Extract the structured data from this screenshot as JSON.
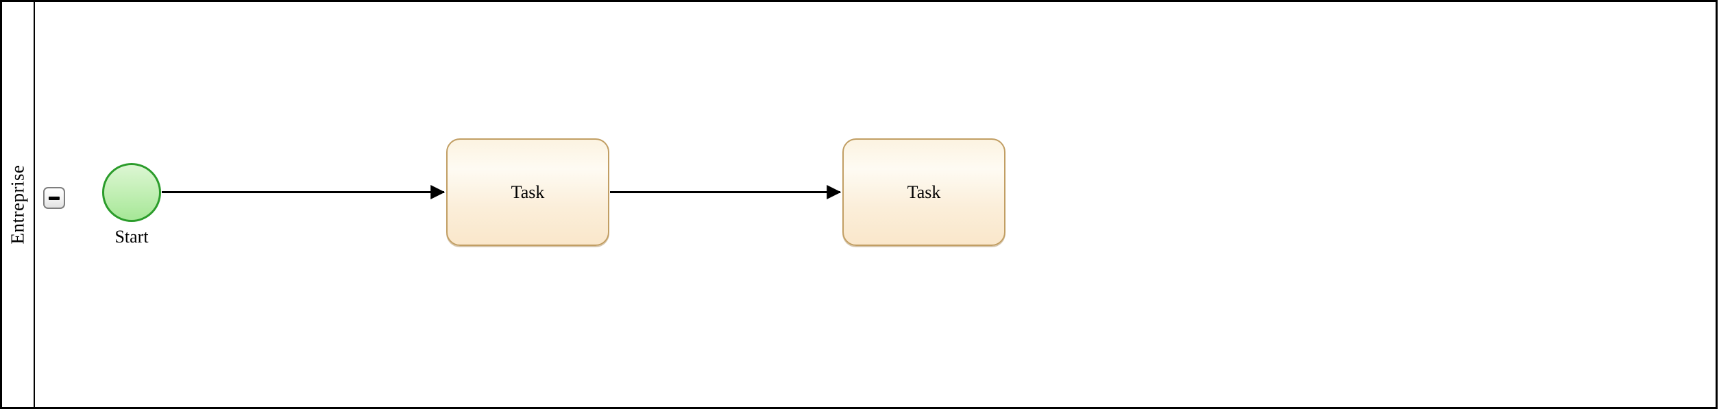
{
  "diagram": {
    "type": "bpmn-process",
    "pool": {
      "label": "Entreprise",
      "collapse_button": "collapse"
    },
    "nodes": {
      "start": {
        "type": "start-event",
        "label": "Start"
      },
      "tasks": [
        {
          "type": "task",
          "label": "Task"
        },
        {
          "type": "task",
          "label": "Task"
        }
      ]
    },
    "flows": [
      {
        "from": "start-event",
        "to": "task-1"
      },
      {
        "from": "task-1",
        "to": "task-2"
      }
    ],
    "colors": {
      "pool_stroke": "#000000",
      "flow_stroke": "#000000",
      "start_stroke": "#2b9c2b",
      "start_fill_top": "#dcf6d3",
      "start_fill_bottom": "#a6e797",
      "task_stroke": "#c19e63",
      "task_fill_top": "#fcf3e1",
      "task_fill_bottom": "#fae7cb",
      "button_stroke": "#7e7e7e"
    }
  }
}
